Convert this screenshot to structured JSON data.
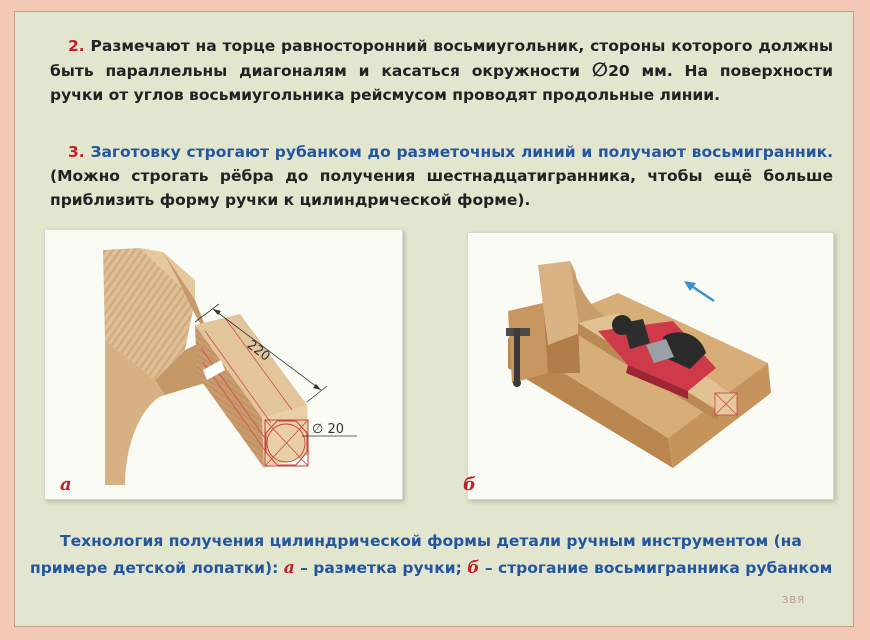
{
  "paragraph2": {
    "number": "2.",
    "text_a": "Размечают на торце равносторонний восьмиугольник, стороны которого должны быть параллельны диагоналям и касаться окружности ",
    "diameter_symbol": "∅",
    "text_b": "20 мм. На поверхности ручки от углов восьмиугольника рейсмусом проводят продольные линии."
  },
  "paragraph3": {
    "number": "3.",
    "text_blue": "Заготовку строгают рубанком до разметочных линий и получают восьмигранник.",
    "text_black": " (Можно строгать рёбра до получения шестнадцатигранника, чтобы ещё больше приблизить форму ручки к цилиндрической форме)."
  },
  "figure_a": {
    "letter": "а",
    "dimension_length": "220",
    "dimension_diameter": "∅ 20"
  },
  "figure_b": {
    "letter": "б"
  },
  "caption": {
    "text1": "Технология получения цилиндрической формы детали ручным инструментом (на примере детской лопатки): ",
    "label_a": "а",
    "text2": " – разметка ручки; ",
    "label_b": "б",
    "text3": " – строгание восьмигранника рубанком"
  },
  "credit": "ЗВЯ",
  "colors": {
    "accent_red": "#c0202a",
    "accent_blue": "#2456a0",
    "wood": "#d9b48a"
  }
}
